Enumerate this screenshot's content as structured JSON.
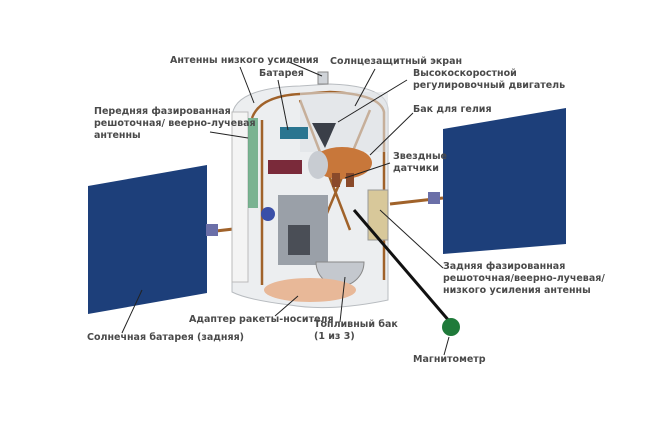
{
  "labels": {
    "low_gain_antennas": "Антенны низкого усиления",
    "battery": "Батарея",
    "sunshade": "Солнцезащитный экран",
    "thruster_line1": "Высокоскоростной",
    "thruster_line2": "регулировочный двигатель",
    "front_antenna_line1": "Передняя фазированная",
    "front_antenna_line2": "решоточная/ веерно-лучевая",
    "front_antenna_line3": "антенны",
    "helium_tank": "Бак для гелия",
    "star_trackers_line1": "Звездные",
    "star_trackers_line2": "датчики",
    "rear_antenna_line1": "Задняя фазированная",
    "rear_antenna_line2": "решоточная/веерно-лучевая/",
    "rear_antenna_line3": "низкого усиления антенны",
    "launch_adapter": "Адаптер ракеты-носителя",
    "fuel_tank_line1": "Топливный бак",
    "fuel_tank_line2": "(1 из 3)",
    "solar_array_rear": "Солнечная батарея (задняя)",
    "magnetometer": "Магнитометр"
  },
  "colors": {
    "solar_panel": "#1d3f7a",
    "copper": "#a0622a",
    "label_text": "#4a4a4a",
    "leader_line": "#222222",
    "magnetometer": "#1f7a3a"
  }
}
